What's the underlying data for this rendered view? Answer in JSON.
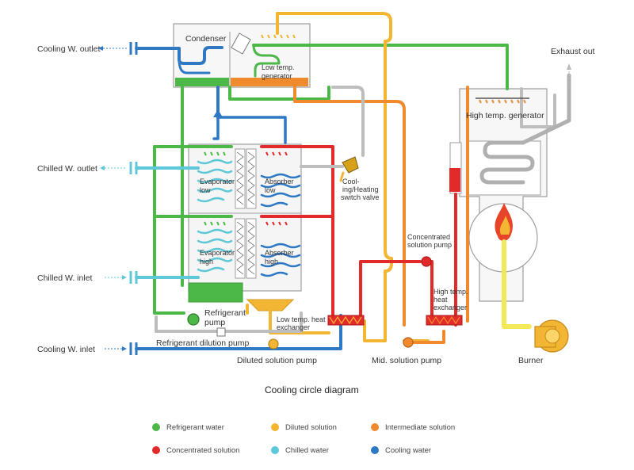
{
  "colors": {
    "refrigerant_water": "#4cb848",
    "diluted_solution": "#f2b632",
    "intermediate_solution": "#ef8b2c",
    "concentrated_solution": "#e32a2a",
    "chilled_water": "#5ec8d8",
    "cooling_water": "#2f78c4",
    "shell": "#9e9e9e"
  },
  "labels": {
    "condenser": "Condenser",
    "low_temp_generator": [
      "Low temp.",
      "generator"
    ],
    "high_temp_generator": "High temp. generator",
    "exhaust_out": "Exhaust out",
    "cooling_w_outlet": "Cooling W. outlet",
    "chilled_w_outlet": "Chilled W. outlet",
    "chilled_w_inlet": "Chilled W. inlet",
    "cooling_w_inlet": "Cooling W. inlet",
    "evaporator_low": [
      "Evaporator",
      "low"
    ],
    "absorber_low": [
      "Absorber",
      "low"
    ],
    "evaporator_high": [
      "Evaporator",
      "high"
    ],
    "absorber_high": [
      "Absorber",
      "high"
    ],
    "switch_valve": [
      "Cool-",
      "ing/Heating",
      "switch valve"
    ],
    "concentrated_solution_pump": [
      "Concentrated",
      "solution pump"
    ],
    "refrigerant_pump": [
      "Refrigerant",
      "pump"
    ],
    "low_temp_heat_exchanger": [
      "Low temp. heat",
      "exchanger"
    ],
    "high_temp_heat_exchanger": [
      "High temp.",
      "heat",
      "exchanger"
    ],
    "refrigerant_dilution_pump": "Refrigerant dilution pump",
    "diluted_solution_pump": "Diluted solution pump",
    "mid_solution_pump": "Mid. solution pump",
    "burner": "Burner"
  },
  "caption": "Cooling circle diagram",
  "legend": [
    {
      "label": "Refrigerant water",
      "color": "#4cb848"
    },
    {
      "label": "Diluted solution",
      "color": "#f2b632"
    },
    {
      "label": "Intermediate solution",
      "color": "#ef8b2c"
    },
    {
      "label": "Concentrated solution",
      "color": "#e32a2a"
    },
    {
      "label": "Chilled water",
      "color": "#5ec8d8"
    },
    {
      "label": "Cooling water",
      "color": "#2f78c4"
    }
  ]
}
